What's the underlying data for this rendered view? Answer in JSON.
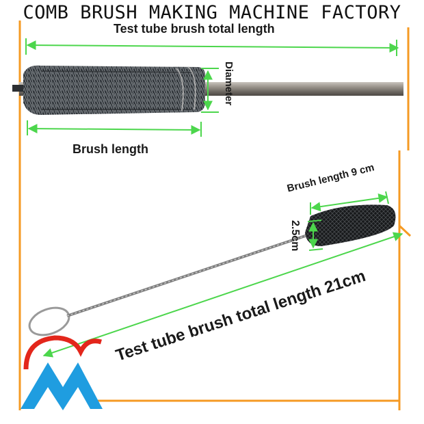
{
  "header": {
    "text": "COMB BRUSH MAKING MACHINE FACTORY"
  },
  "top_diagram": {
    "total_length_label": "Test tube brush total length",
    "brush_length_label": "Brush length",
    "diameter_label": "Diameter"
  },
  "bottom_diagram": {
    "brush_length_label": "Brush length 9 cm",
    "diameter_label": "2.5cm",
    "total_length_label": "Test tube brush total length 21cm"
  },
  "colors": {
    "frame_orange": "#f59a23",
    "arrow_green": "#4cd64c",
    "logo_red": "#e3261b",
    "logo_blue": "#1f9de0",
    "bristle_dark": "#2b2f33",
    "handle_metal": "#8a8580"
  },
  "icons": [
    "logo-icon",
    "test-tube-brush-icon"
  ]
}
